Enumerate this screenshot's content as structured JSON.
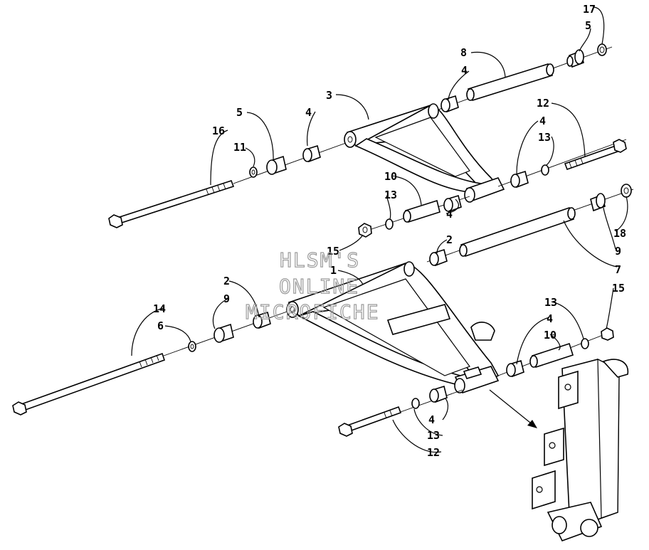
{
  "watermark": {
    "line1": "HLSM'S",
    "line2": "ONLINE",
    "line3": "MICROFICHE"
  },
  "callouts": [
    {
      "id": "c17",
      "text": "17"
    },
    {
      "id": "c5a",
      "text": "5"
    },
    {
      "id": "c8",
      "text": "8"
    },
    {
      "id": "c4a",
      "text": "4"
    },
    {
      "id": "c3",
      "text": "3"
    },
    {
      "id": "c5b",
      "text": "5"
    },
    {
      "id": "c4b",
      "text": "4"
    },
    {
      "id": "c16",
      "text": "16"
    },
    {
      "id": "c11",
      "text": "11"
    },
    {
      "id": "c12a",
      "text": "12"
    },
    {
      "id": "c4c",
      "text": "4"
    },
    {
      "id": "c13a",
      "text": "13"
    },
    {
      "id": "c10a",
      "text": "10"
    },
    {
      "id": "c13b",
      "text": "13"
    },
    {
      "id": "c4d",
      "text": "4"
    },
    {
      "id": "c15a",
      "text": "15"
    },
    {
      "id": "c1",
      "text": "1"
    },
    {
      "id": "c2a",
      "text": "2"
    },
    {
      "id": "c18",
      "text": "18"
    },
    {
      "id": "c9a",
      "text": "9"
    },
    {
      "id": "c7",
      "text": "7"
    },
    {
      "id": "c14",
      "text": "14"
    },
    {
      "id": "c2b",
      "text": "2"
    },
    {
      "id": "c9b",
      "text": "9"
    },
    {
      "id": "c6",
      "text": "6"
    },
    {
      "id": "c13c",
      "text": "13"
    },
    {
      "id": "c15b",
      "text": "15"
    },
    {
      "id": "c4e",
      "text": "4"
    },
    {
      "id": "c10b",
      "text": "10"
    },
    {
      "id": "c4f",
      "text": "4"
    },
    {
      "id": "c13d",
      "text": "13"
    },
    {
      "id": "c12b",
      "text": "12"
    }
  ]
}
